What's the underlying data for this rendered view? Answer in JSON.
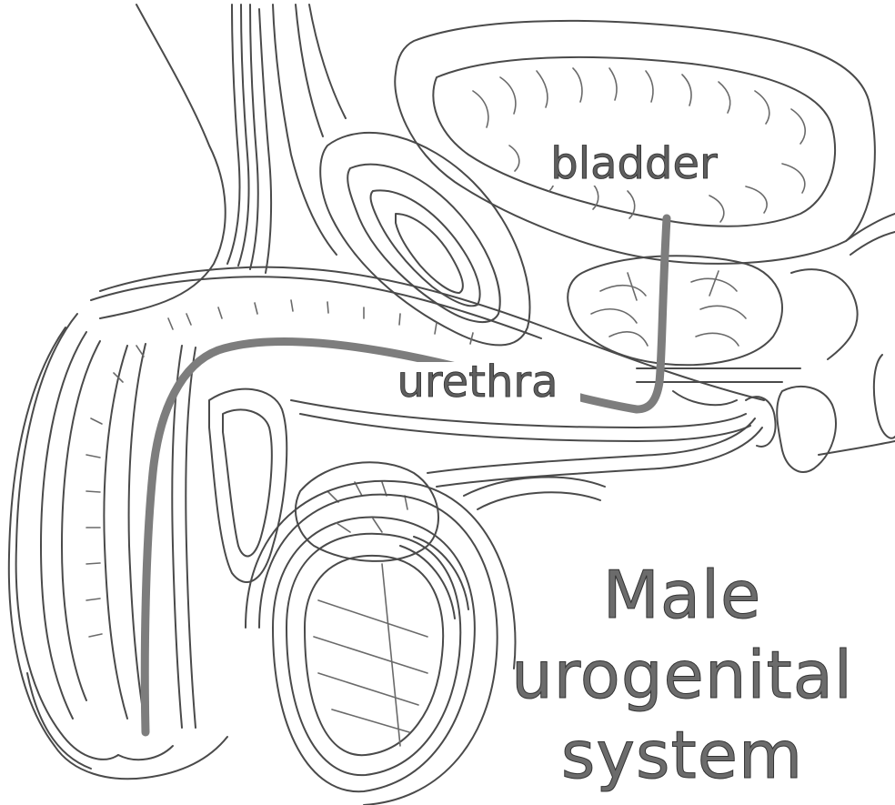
{
  "labels": {
    "bladder": "bladder",
    "urethra": "urethra"
  },
  "title": {
    "line1": "Male",
    "line2": "urogenital",
    "line3": "system"
  },
  "colors": {
    "outline": "#4a4a4a",
    "urethra_tube": "#7d7d7d",
    "label_fill": "#5e5e5e"
  }
}
